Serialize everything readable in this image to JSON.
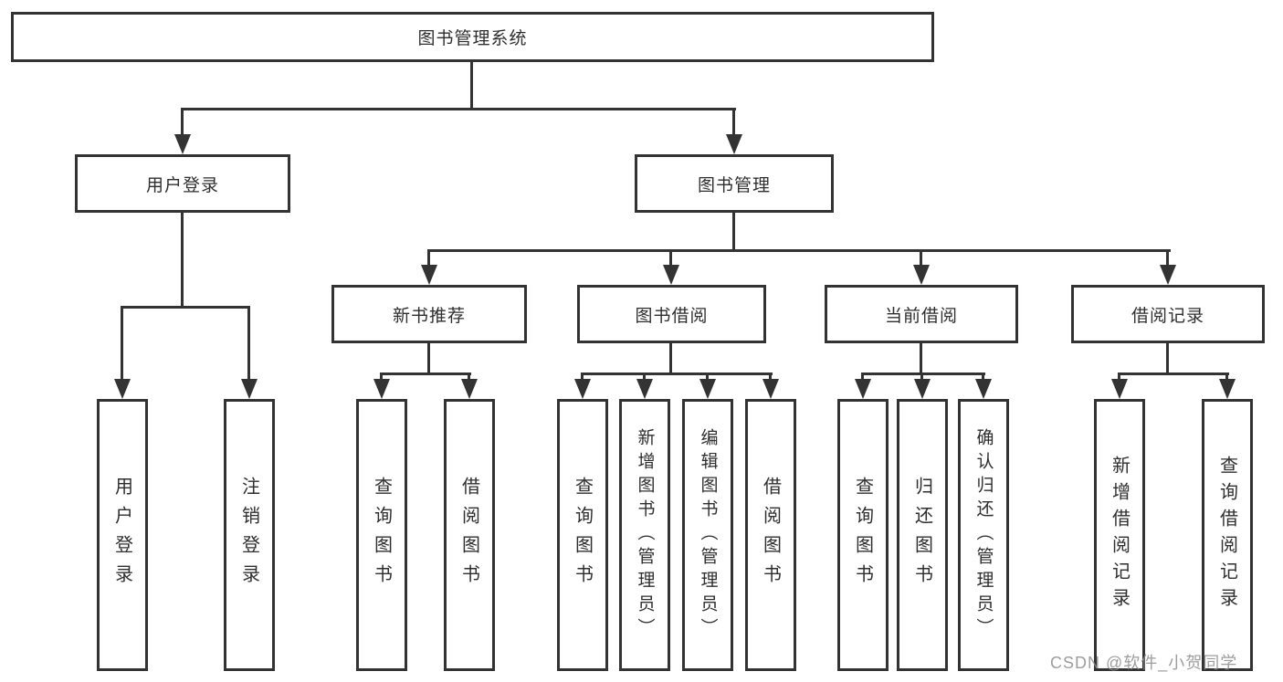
{
  "colors": {
    "background": "#ffffff",
    "line": "#333333",
    "text": "#2e2e2e",
    "watermark": "#8c8c8c"
  },
  "watermark": {
    "text": "CSDN @软件_小贺同学"
  },
  "diagram": {
    "type": "tree",
    "root": {
      "label": "图书管理系统",
      "children": [
        {
          "label": "用户登录",
          "children": [
            {
              "label": "用户登录"
            },
            {
              "label": "注销登录"
            }
          ]
        },
        {
          "label": "图书管理",
          "children": [
            {
              "label": "新书推荐",
              "children": [
                {
                  "label": "查询图书"
                },
                {
                  "label": "借阅图书"
                }
              ]
            },
            {
              "label": "图书借阅",
              "children": [
                {
                  "label": "查询图书"
                },
                {
                  "label": "新增图书（管理员）"
                },
                {
                  "label": "编辑图书（管理员）"
                },
                {
                  "label": "借阅图书"
                }
              ]
            },
            {
              "label": "当前借阅",
              "children": [
                {
                  "label": "查询图书"
                },
                {
                  "label": "归还图书"
                },
                {
                  "label": "确认归还（管理员）"
                }
              ]
            },
            {
              "label": "借阅记录",
              "children": [
                {
                  "label": "新增借阅记录"
                },
                {
                  "label": "查询借阅记录"
                }
              ]
            }
          ]
        }
      ]
    }
  }
}
